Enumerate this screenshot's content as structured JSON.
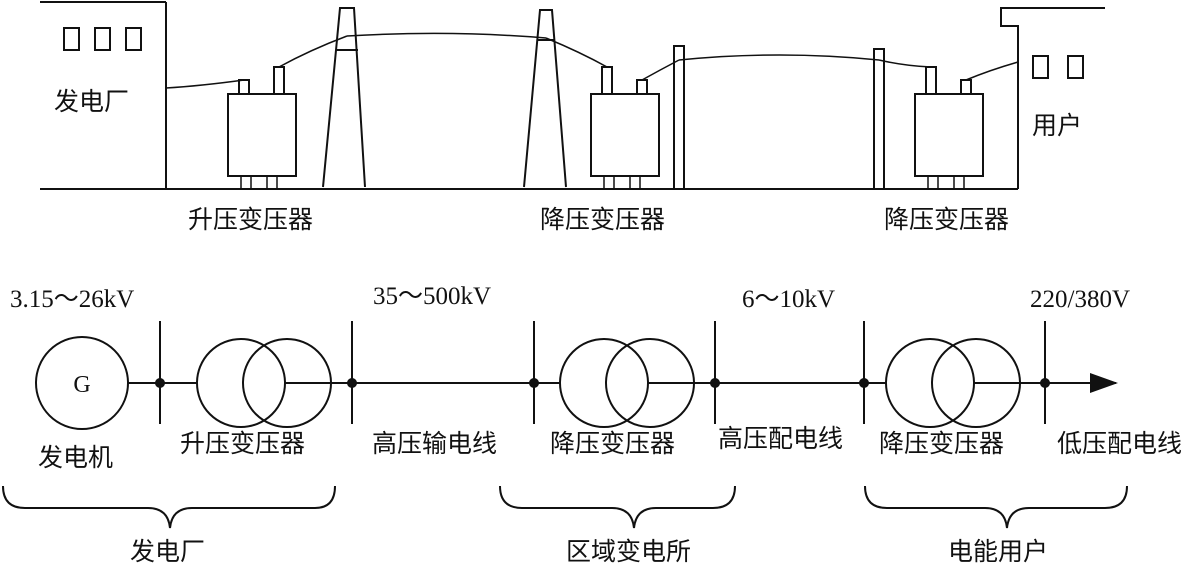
{
  "top": {
    "plant_label": "发电厂",
    "user_label": "用户",
    "step_up_label": "升压变压器",
    "step_down_label_1": "降压变压器",
    "step_down_label_2": "降压变压器"
  },
  "bottom": {
    "voltages": {
      "generator": "3.15～26kV",
      "transmission": "35～500kV",
      "distribution_hv": "6～10kV",
      "distribution_lv": "220/380V"
    },
    "generator_symbol": "G",
    "generator_label": "发电机",
    "step_up_label": "升压变压器",
    "hv_line_label": "高压输电线",
    "step_down_label_1": "降压变压器",
    "hv_dist_label": "高压配电线",
    "step_down_label_2": "降压变压器",
    "lv_dist_label": "低压配电线"
  },
  "groups": {
    "power_plant": "发电厂",
    "regional_substation": "区域变电所",
    "power_user": "电能用户"
  }
}
